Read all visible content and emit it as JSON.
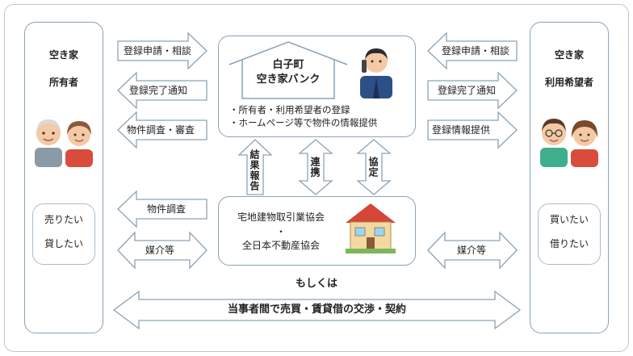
{
  "owner_panel": {
    "title_line1": "空き家",
    "title_line2": "所有者",
    "intent_line1": "売りたい",
    "intent_line2": "貸したい"
  },
  "user_panel": {
    "title_line1": "空き家",
    "title_line2": "利用希望者",
    "intent_line1": "買いたい",
    "intent_line2": "借りたい"
  },
  "bank": {
    "name_line1": "白子町",
    "name_line2": "空き家バンク",
    "item1": "・所有者・利用希望者の登録",
    "item2": "・ホームページ等で物件の情報提供"
  },
  "agency": {
    "line1": "宅地建物取引業協会",
    "line2": "・",
    "line3": "全日本不動産協会"
  },
  "left_arrows": {
    "apply": "登録申請・相談",
    "done": "登録完了通知",
    "survey_review": "物件調査・審査",
    "survey": "物件調査",
    "broker": "媒介等"
  },
  "right_arrows": {
    "apply": "登録申請・相談",
    "done": "登録完了通知",
    "info": "登録情報提供",
    "broker": "媒介等"
  },
  "vertical_arrows": {
    "result": "結果報告",
    "coop": "連携",
    "agree": "協定"
  },
  "bottom": {
    "or": "もしくは",
    "negotiation": "当事者間で売買・賃貸借の交渉・契約"
  },
  "colors": {
    "border": "#8aa3b5",
    "arrow_stroke": "#8aa3b5"
  }
}
